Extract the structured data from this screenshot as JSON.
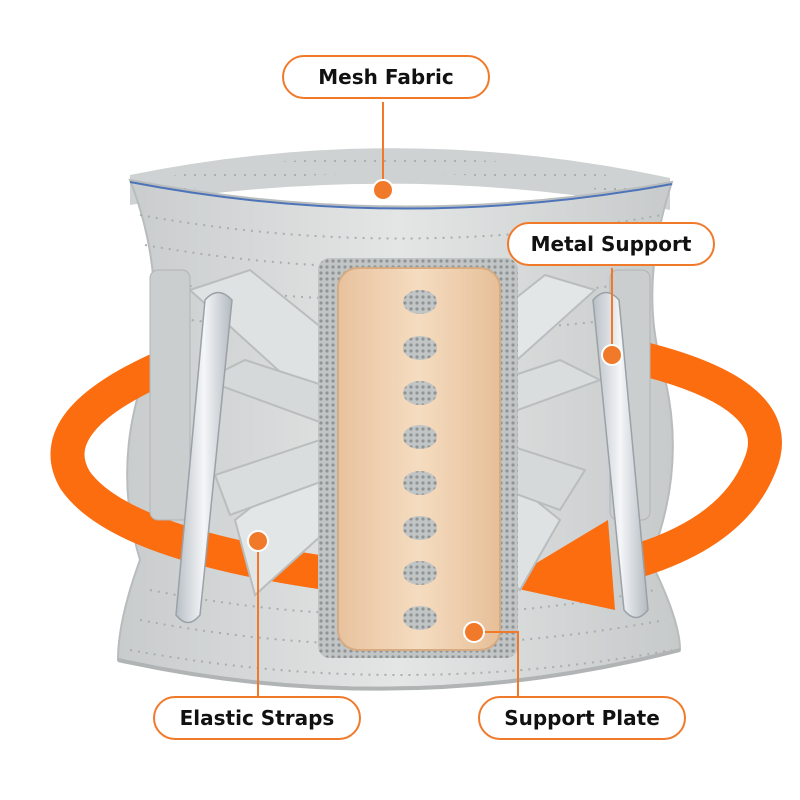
{
  "labels": {
    "mesh_fabric": "Mesh Fabric",
    "metal_support": "Metal Support",
    "elastic_straps": "Elastic Straps",
    "support_plate": "Support Plate"
  },
  "colors": {
    "accent": "#f07a2a",
    "arrow": "#fb6d0f",
    "belt": "#d9dcdc",
    "plate": "#efcfad"
  },
  "product": "lumbar-support-belt"
}
